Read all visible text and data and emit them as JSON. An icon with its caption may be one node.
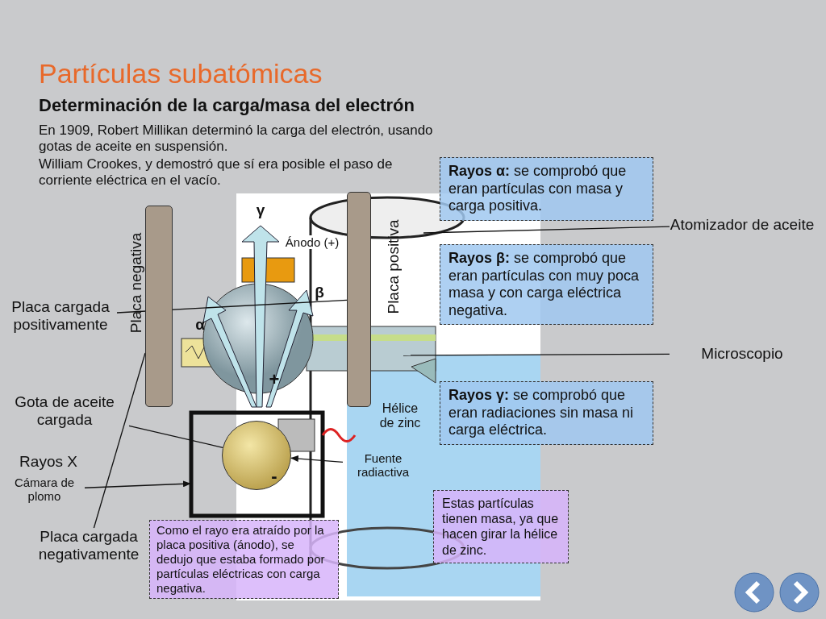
{
  "diagram": {
    "title": "Partículas subatómicas",
    "nodes": [
      {
        "text": [
          "**Rayos α:** se comprobó que eran partículas con masa y carga positiva."
        ]
      },
      {
        "text": [
          "**Rayos β:** se comprobó que eran partículas con muy poca masa y con carga eléctrica negativa."
        ]
      },
      {
        "text": [
          "**Rayos γ:** se comprobó que eran radiaciones sin masa ni carga eléctrica."
        ]
      },
      {
        "text": [
          "Como el rayo era atraído por la placa positiva (ánodo), se dedujo que estaba formado por partículas eléctricas con carga negativa."
        ]
      },
      {
        "text": [
          "Estas partículas tienen masa, ya que hacen girar la hélice de zinc."
        ]
      },
      {
        "text": [
          "Cámara de plomo"
        ]
      },
      {
        "text": [
          "Fuente radiactiva"
        ]
      },
      {
        "text": [
          "Placa cargada positivamente"
        ]
      },
      {
        "text": [
          "Placa cargada negativamente"
        ]
      },
      {
        "text": [
          "Atomizador de aceite"
        ]
      },
      {
        "text": [
          "Microscopio"
        ]
      },
      {
        "text": [
          "Gota de aceite cargada"
        ]
      },
      {
        "text": [],
        "shape": "circle"
      },
      {
        "text": [],
        "shape": "bar"
      },
      {
        "text": [],
        "shape": "bar"
      }
    ],
    "edges": [
      {
        "from": 5,
        "to": null,
        "arrow": "to"
      },
      {
        "from": 6,
        "to": 12,
        "arrow": "to"
      },
      {
        "from": 11,
        "to": 12,
        "arrow": "none"
      },
      {
        "from": 7,
        "to": 14,
        "arrow": "none"
      },
      {
        "from": 8,
        "to": 13,
        "arrow": "none"
      },
      {
        "from": 9,
        "to": null,
        "arrow": "none"
      },
      {
        "from": 10,
        "to": null,
        "arrow": "none"
      }
    ],
    "labels": [
      "Determinación de la carga/masa del electrón",
      "En 1909, Robert Millikan determinó la carga del electrón, usando gotas de aceite en suspensión.",
      "William Crookes, y demostró que sí era posible el paso de corriente eléctrica en el vacío.",
      "γ",
      "Ánodo (+)",
      "α",
      "β",
      "Placa negativa",
      "Placa positiva",
      "Rayos X",
      "Hélice de zinc",
      "+",
      "-"
    ]
  }
}
